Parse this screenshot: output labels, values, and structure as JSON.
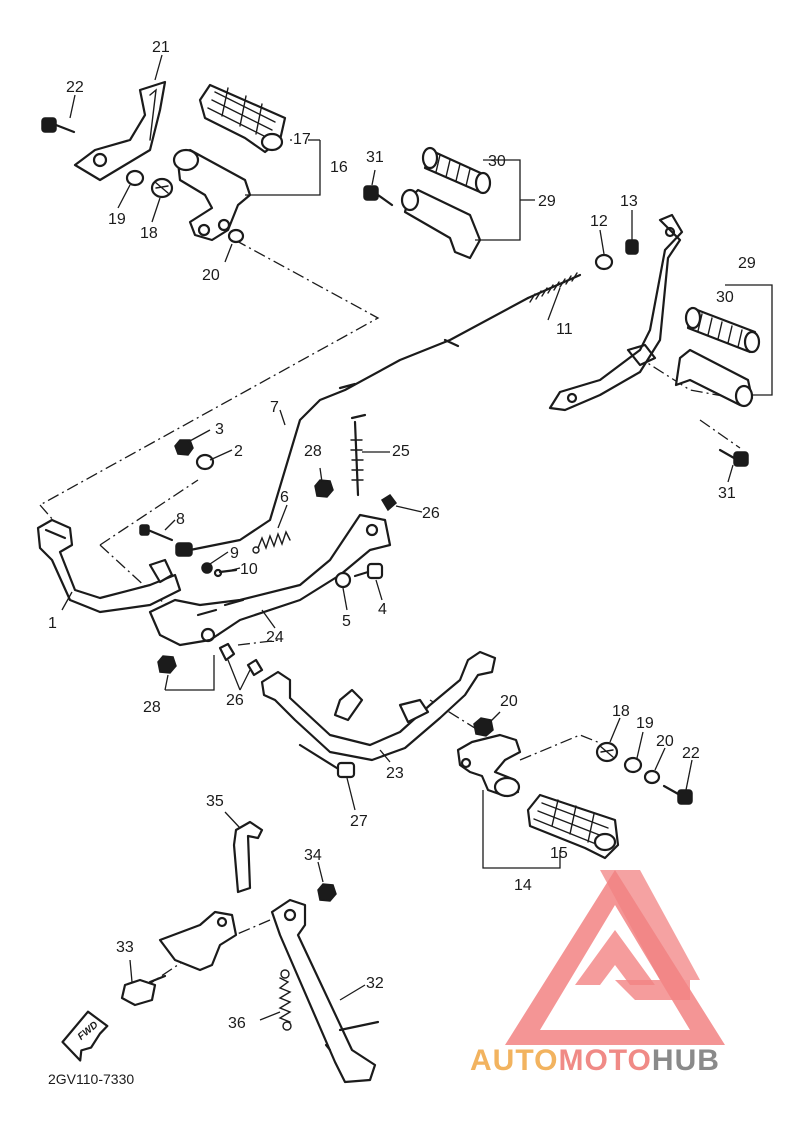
{
  "diagram": {
    "code": "2GV110-7330",
    "direction_label": "FWD",
    "callouts": [
      {
        "id": "c1",
        "text": "1"
      },
      {
        "id": "c2",
        "text": "2"
      },
      {
        "id": "c3",
        "text": "3"
      },
      {
        "id": "c4",
        "text": "4"
      },
      {
        "id": "c5",
        "text": "5"
      },
      {
        "id": "c6",
        "text": "6"
      },
      {
        "id": "c7",
        "text": "7"
      },
      {
        "id": "c8",
        "text": "8"
      },
      {
        "id": "c9",
        "text": "9"
      },
      {
        "id": "c10",
        "text": "10"
      },
      {
        "id": "c11",
        "text": "11"
      },
      {
        "id": "c12",
        "text": "12"
      },
      {
        "id": "c13",
        "text": "13"
      },
      {
        "id": "c14",
        "text": "14"
      },
      {
        "id": "c15",
        "text": "15"
      },
      {
        "id": "c16",
        "text": "16"
      },
      {
        "id": "c17",
        "text": "17"
      },
      {
        "id": "c18a",
        "text": "18"
      },
      {
        "id": "c18b",
        "text": "18"
      },
      {
        "id": "c19a",
        "text": "19"
      },
      {
        "id": "c19b",
        "text": "19"
      },
      {
        "id": "c20a",
        "text": "20"
      },
      {
        "id": "c20b",
        "text": "20"
      },
      {
        "id": "c20c",
        "text": "20"
      },
      {
        "id": "c21",
        "text": "21"
      },
      {
        "id": "c22a",
        "text": "22"
      },
      {
        "id": "c22b",
        "text": "22"
      },
      {
        "id": "c23",
        "text": "23"
      },
      {
        "id": "c24",
        "text": "24"
      },
      {
        "id": "c25",
        "text": "25"
      },
      {
        "id": "c26a",
        "text": "26"
      },
      {
        "id": "c26b",
        "text": "26"
      },
      {
        "id": "c27",
        "text": "27"
      },
      {
        "id": "c28a",
        "text": "28"
      },
      {
        "id": "c28b",
        "text": "28"
      },
      {
        "id": "c29a",
        "text": "29"
      },
      {
        "id": "c29b",
        "text": "29"
      },
      {
        "id": "c30a",
        "text": "30"
      },
      {
        "id": "c30b",
        "text": "30"
      },
      {
        "id": "c31a",
        "text": "31"
      },
      {
        "id": "c31b",
        "text": "31"
      },
      {
        "id": "c32",
        "text": "32"
      },
      {
        "id": "c33",
        "text": "33"
      },
      {
        "id": "c34",
        "text": "34"
      },
      {
        "id": "c35",
        "text": "35"
      },
      {
        "id": "c36",
        "text": "36"
      }
    ]
  },
  "watermark": {
    "part1": "AUTO",
    "part2": "MOTO",
    "part3": "HUB",
    "color1": "#f2b35f",
    "color2": "#f08a86",
    "color3": "#8a8a8a",
    "logo_color": "#f28383"
  }
}
